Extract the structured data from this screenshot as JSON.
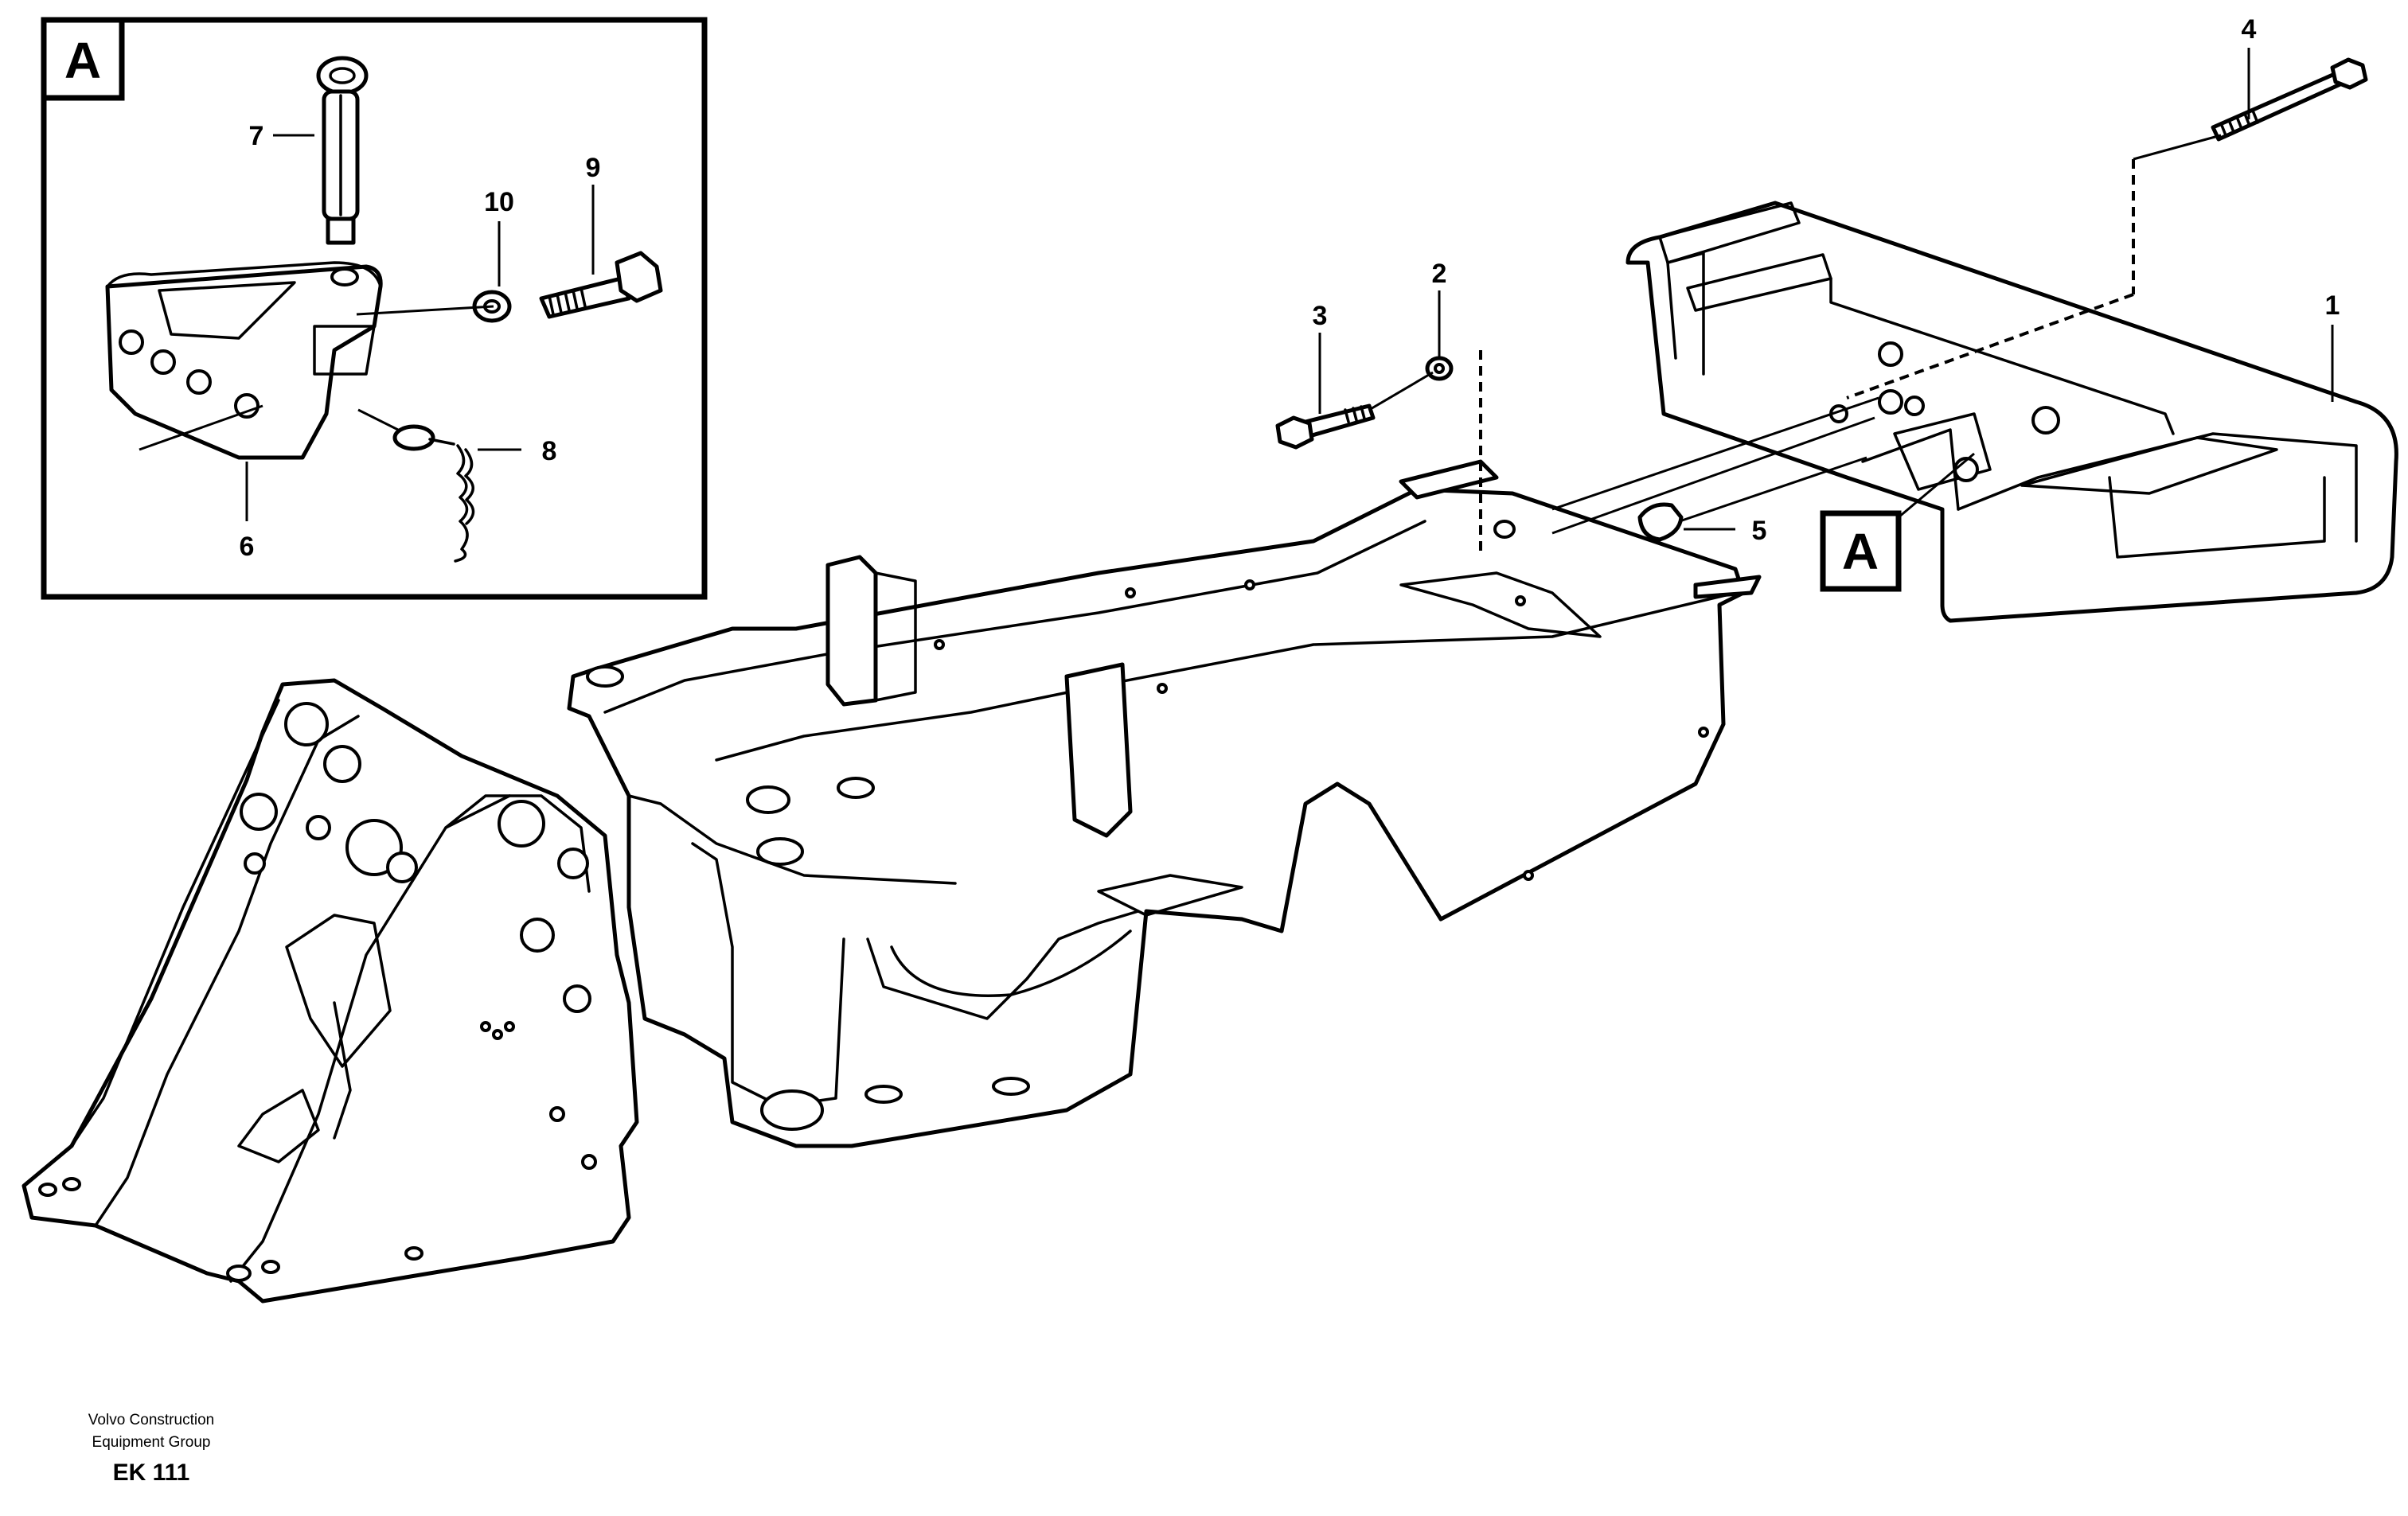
{
  "detail": {
    "label": "A",
    "reference_label": "A"
  },
  "callouts": {
    "c1": "1",
    "c2": "2",
    "c3": "3",
    "c4": "4",
    "c5": "5",
    "c6": "6",
    "c7": "7",
    "c8": "8",
    "c9": "9",
    "c10": "10"
  },
  "footer": {
    "company_line1": "Volvo Construction",
    "company_line2": "Equipment Group",
    "code": "EK 111"
  }
}
